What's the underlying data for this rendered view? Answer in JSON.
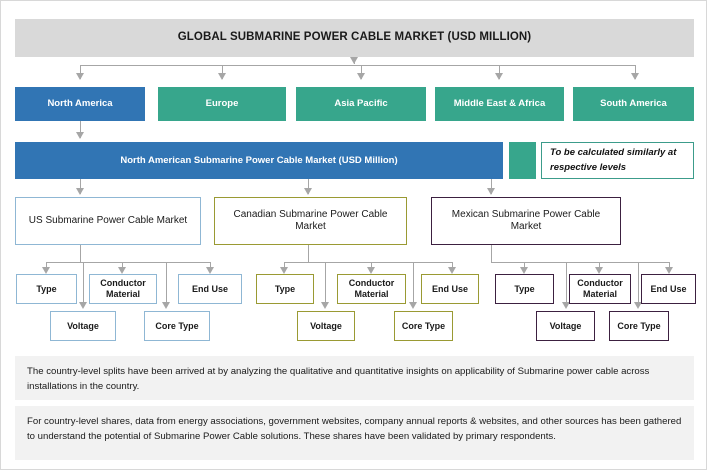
{
  "header": {
    "title": "GLOBAL SUBMARINE POWER CABLE MARKET (USD MILLION)"
  },
  "regions": [
    {
      "label": "North America",
      "color": "#3175b4"
    },
    {
      "label": "Europe",
      "color": "#37a68c"
    },
    {
      "label": "Asia Pacific",
      "color": "#37a68c"
    },
    {
      "label": "Middle East & Africa",
      "color": "#37a68c"
    },
    {
      "label": "South America",
      "color": "#37a68c"
    }
  ],
  "region_bar": {
    "label": "North American Submarine Power Cable Market (USD Million)",
    "color": "#3175b4",
    "swatch_color": "#37a68c",
    "note": "To be calculated similarly at respective levels",
    "note_border": "#3c9c8b"
  },
  "countries": [
    {
      "label": "US Submarine Power Cable Market",
      "border": "#8fb7d4",
      "segments": [
        "Type",
        "Conductor Material",
        "End Use"
      ],
      "subsegments": [
        "Voltage",
        "Core Type"
      ]
    },
    {
      "label": "Canadian Submarine Power Cable Market",
      "border": "#9a9a33",
      "segments": [
        "Type",
        "Conductor Material",
        "End Use"
      ],
      "subsegments": [
        "Voltage",
        "Core Type"
      ]
    },
    {
      "label": "Mexican Submarine Power Cable Market",
      "border": "#3c2040",
      "segments": [
        "Type",
        "Conductor Material",
        "End Use"
      ],
      "subsegments": [
        "Voltage",
        "Core Type"
      ]
    }
  ],
  "footnotes": [
    "The country-level splits have been arrived at by analyzing the qualitative and quantitative insights on applicability of Submarine power cable across installations in the country.",
    "For country-level shares, data from energy associations, government websites, company annual reports & websites, and other sources has been gathered to understand the potential of Submarine Power Cable solutions. These shares have been validated by primary respondents."
  ]
}
